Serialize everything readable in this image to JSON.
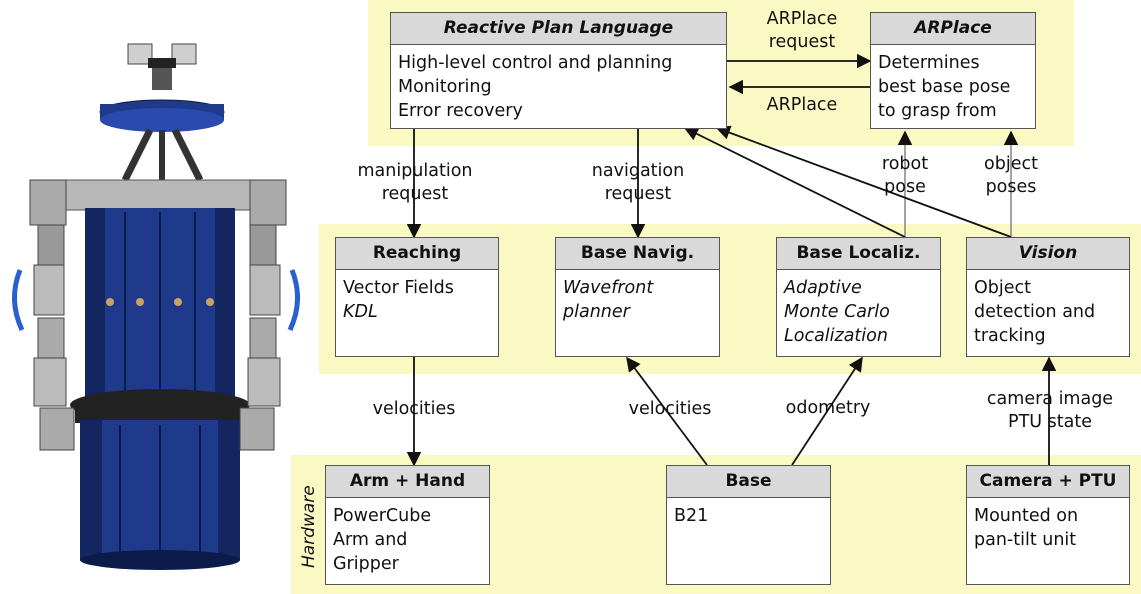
{
  "bands": {
    "hardware_label": "Hardware"
  },
  "rpl": {
    "title": "Reactive Plan Language",
    "lines": [
      "High-level control and planning",
      "Monitoring",
      "Error recovery"
    ]
  },
  "arplace": {
    "title": "ARPlace",
    "lines": [
      "Determines",
      "best base pose",
      "to grasp from"
    ]
  },
  "reaching": {
    "title": "Reaching",
    "lines": [
      "Vector Fields",
      "KDL"
    ]
  },
  "base_navig": {
    "title": "Base Navig.",
    "lines": [
      "Wavefront",
      "planner"
    ]
  },
  "base_localiz": {
    "title": "Base Localiz.",
    "lines": [
      "Adaptive",
      "Monte Carlo",
      "Localization"
    ]
  },
  "vision": {
    "title": "Vision",
    "lines": [
      "Object",
      "detection and",
      "tracking"
    ]
  },
  "arm_hand": {
    "title": "Arm + Hand",
    "lines": [
      "PowerCube",
      "Arm and",
      "Gripper"
    ]
  },
  "base": {
    "title": "Base",
    "lines": [
      "B21"
    ]
  },
  "camera_ptu": {
    "title": "Camera + PTU",
    "lines": [
      "Mounted on",
      "pan-tilt unit"
    ]
  },
  "edges": {
    "arplace_request": [
      "ARPlace",
      "request"
    ],
    "arplace_reply": "ARPlace",
    "manipulation_request": [
      "manipulation",
      "request"
    ],
    "navigation_request": [
      "navigation",
      "request"
    ],
    "robot_pose": [
      "robot",
      "pose"
    ],
    "object_poses": [
      "object",
      "poses"
    ],
    "velocities_arm": "velocities",
    "velocities_base": "velocities",
    "odometry": "odometry",
    "camera_image": [
      "camera image",
      "PTU state"
    ]
  },
  "colors": {
    "band": "#fbf9c3",
    "header": "#d9d9d9",
    "border": "#555555",
    "robot_blue": "#1f3a8a",
    "robot_gray": "#9a9a9a"
  }
}
